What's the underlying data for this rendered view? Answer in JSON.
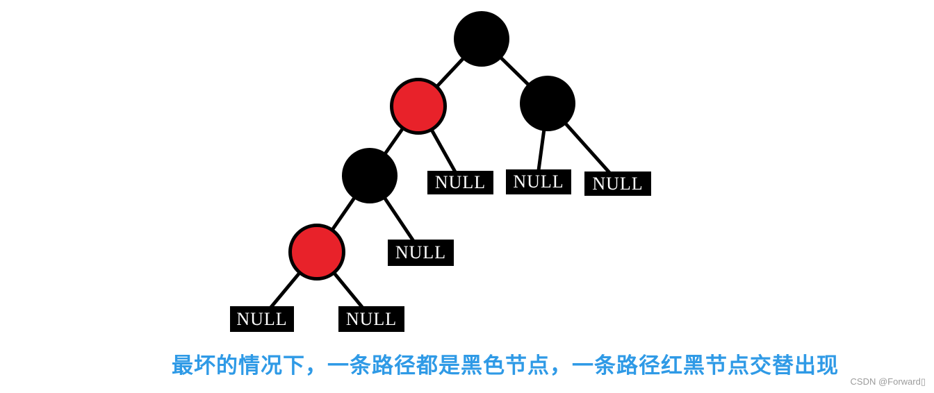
{
  "colors": {
    "background": "#ffffff",
    "node_black": "#000000",
    "node_red": "#e8222a",
    "edge": "#000000",
    "null_box_bg": "#000000",
    "null_text": "#ffffff",
    "caption": "#2f9ae6",
    "watermark": "#9b9b9b"
  },
  "tree": {
    "nodes": [
      {
        "id": "root",
        "color": "black"
      },
      {
        "id": "left-child",
        "color": "red"
      },
      {
        "id": "right-child",
        "color": "black"
      },
      {
        "id": "left-left-grandchild",
        "color": "black"
      },
      {
        "id": "left-left-left-great-grandchild",
        "color": "red"
      }
    ],
    "null_leaves": [
      {
        "label": "NULL"
      },
      {
        "label": "NULL"
      },
      {
        "label": "NULL"
      },
      {
        "label": "NULL"
      },
      {
        "label": "NULL"
      },
      {
        "label": "NULL"
      }
    ]
  },
  "caption": {
    "text": "最坏的情况下，一条路径都是黑色节点，一条路径红黑节点交替出现"
  },
  "watermark": {
    "text": "CSDN @Forward▯"
  }
}
